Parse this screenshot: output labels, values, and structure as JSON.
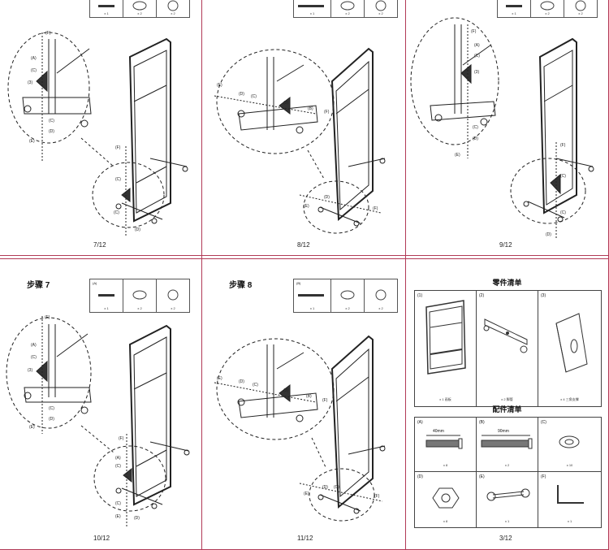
{
  "pages": {
    "p7": "7/12",
    "p8": "8/12",
    "p9": "9/12",
    "p10": "10/12",
    "p11": "11/12",
    "p3": "3/12"
  },
  "steps": {
    "step7": "步骤 7",
    "step8": "步骤 8"
  },
  "parts_table": {
    "title": "零件清单",
    "items": [
      {
        "label": "(1)",
        "caption": "x 1 画板"
      },
      {
        "label": "(2)",
        "caption": "x 2 脚管"
      },
      {
        "label": "(3)",
        "caption": "x 4 三角支撑"
      }
    ]
  },
  "accessories_table": {
    "title": "配件清单",
    "items": [
      {
        "label": "(A)",
        "caption": "x 8",
        "dim": "40mm"
      },
      {
        "label": "(B)",
        "caption": "x 2",
        "dim": "90mm"
      },
      {
        "label": "(C)",
        "caption": "x 10"
      },
      {
        "label": "(D)",
        "caption": "x 8"
      },
      {
        "label": "(E)",
        "caption": "x 1"
      },
      {
        "label": "(F)",
        "caption": "x 1"
      }
    ]
  },
  "mini_parts": {
    "a": {
      "label": "(A)",
      "qty": "x 1"
    },
    "c": {
      "qty": "x 2"
    },
    "d": {
      "qty": "x 2"
    },
    "b": {
      "label": "(B)",
      "qty": "x 1"
    },
    "c8": {
      "qty": "x 2"
    },
    "d8": {
      "qty": "x 2"
    }
  },
  "callouts": [
    "(A)",
    "(B)",
    "(C)",
    "(D)",
    "(E)",
    "(F)",
    "(3)"
  ]
}
